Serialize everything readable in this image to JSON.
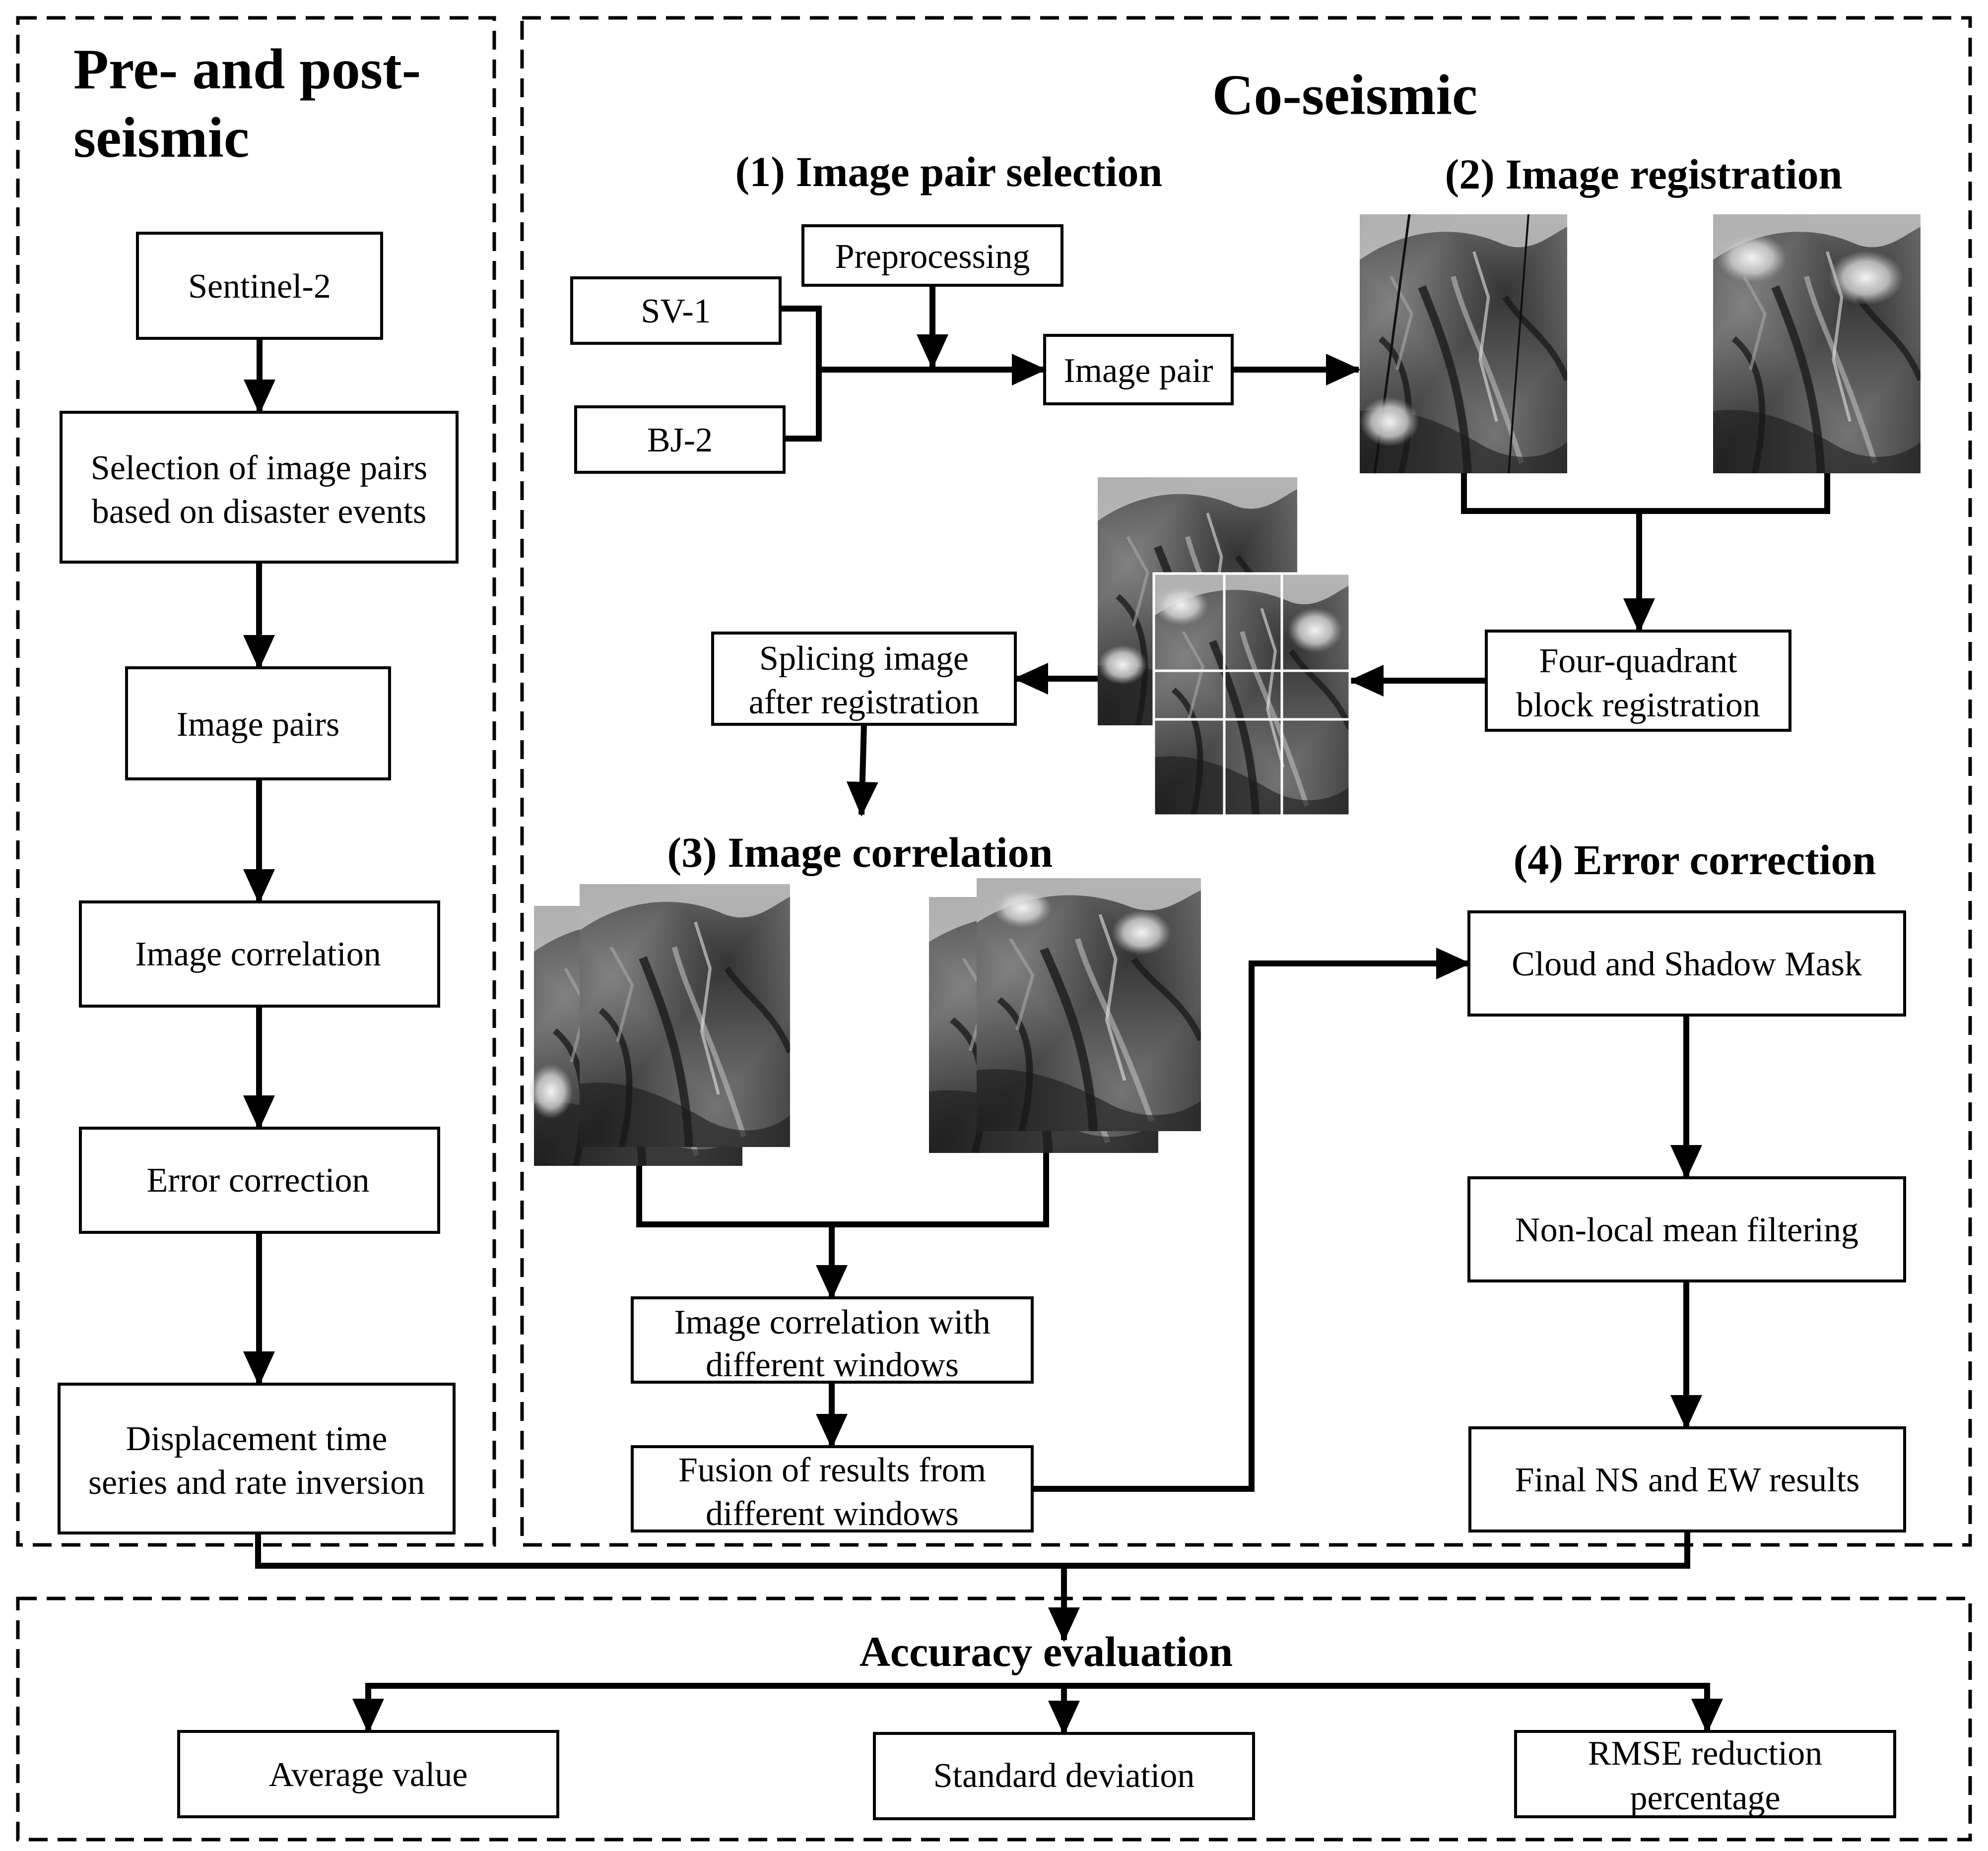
{
  "sections": {
    "pre_post_title": [
      "Pre- and post-",
      "seismic"
    ],
    "coseismic_title": "Co-seismic",
    "step1": "(1) Image pair selection",
    "step2": "(2) Image registration",
    "step3": "(3) Image correlation",
    "step4": "(4)  Error correction",
    "accuracy": "Accuracy evaluation"
  },
  "left_flow": {
    "sentinel": "Sentinel-2",
    "selection": [
      "Selection of image pairs",
      "based on disaster events"
    ],
    "pairs": "Image pairs",
    "correlation": "Image correlation",
    "error": "Error correction",
    "displacement": [
      "Displacement time",
      "series and rate inversion"
    ]
  },
  "coseismic": {
    "sv1": "SV-1",
    "bj2": "BJ-2",
    "preprocessing": "Preprocessing",
    "image_pair": "Image pair",
    "four_quadrant": [
      "Four-quadrant",
      "block registration"
    ],
    "splicing": [
      "Splicing image",
      "after registration"
    ],
    "corr_windows": [
      "Image correlation with",
      "different windows"
    ],
    "fusion": [
      "Fusion of results from",
      "different windows"
    ],
    "cloud_mask": "Cloud and Shadow Mask",
    "nlm": "Non-local mean filtering",
    "final": "Final NS and EW results"
  },
  "evaluation": {
    "average": "Average value",
    "std": "Standard deviation",
    "rmse": [
      "RMSE reduction",
      "percentage"
    ]
  }
}
